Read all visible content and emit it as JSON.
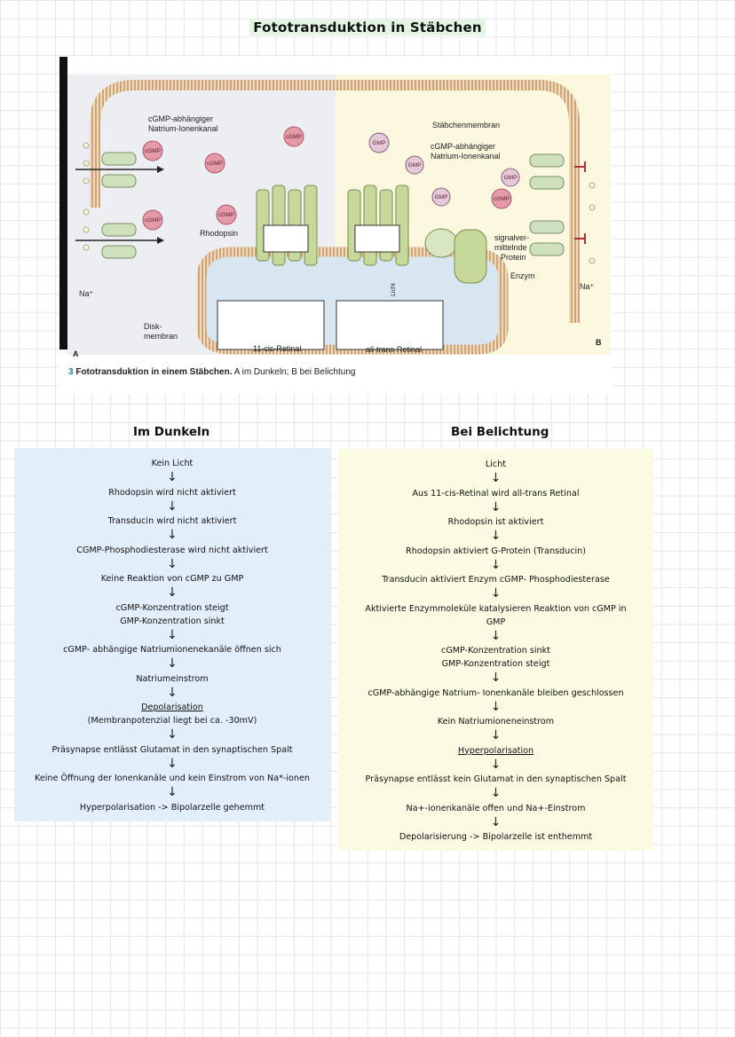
{
  "page_title": "Fototransduktion in Stäbchen",
  "figure": {
    "caption_num": "3",
    "caption_prefix": "Fototransduktion in einem Stäbchen.",
    "caption_a": "A im Dunkeln; ",
    "caption_b": "B bei Belichtung",
    "panel_a": "A",
    "panel_b": "B",
    "labels": {
      "channel_left": "cGMP-abhängiger",
      "channel_left2": "Natrium-Ionenkanal",
      "membrane": "Stäbchenmembran",
      "channel_right": "cGMP-abhängiger",
      "channel_right2": "Natrium-Ionenkanal",
      "rhodopsin": "Rhodopsin",
      "protein1": "signalver-",
      "protein2": "mittelnde",
      "protein3": "Protein",
      "enzyme": "Enzym",
      "na_left": "Na⁺",
      "na_right": "Na⁺",
      "disk1": "Disk-",
      "disk2": "membran",
      "cis": "11-cis-Retinal",
      "trans": "all-trans-Retinal",
      "light": "Licht",
      "cgmp": "cGMP",
      "gmp": "GMP"
    }
  },
  "dark": {
    "heading": "Im Dunkeln",
    "steps": [
      "Kein Licht",
      "Rhodopsin wird nicht aktiviert",
      "Transducin wird nicht aktiviert",
      "CGMP-Phosphodiesterase wird nicht aktiviert",
      "Keine Reaktion von cGMP zu GMP",
      "cGMP-Konzentration steigt",
      "GMP-Konzentration sinkt",
      "cGMP- abhängige Natriumionenekanäle öffnen sich",
      "Natriumeinstrom",
      "Depolarisation",
      "(Membranpotenzial liegt bei ca. -30mV)",
      "Präsynapse entlässt Glutamat in den synaptischen Spalt",
      "Keine Öffnung der Ionenkanäle und kein Einstrom von Na*-ionen",
      "Hyperpolarisation -> Bipolarzelle gehemmt"
    ]
  },
  "light": {
    "heading": "Bei Belichtung",
    "steps": [
      "Licht",
      "Aus 11-cis-Retinal wird all-trans Retinal",
      "Rhodopsin ist aktiviert",
      "Rhodopsin aktiviert G-Protein (Transducin)",
      "Transducin aktiviert Enzym cGMP- Phosphodiesterase",
      "Aktivierte Enzymmoleküle katalysieren Reaktion von cGMP in",
      "GMP",
      "cGMP-Konzentration sinkt",
      "GMP-Konzentration steigt",
      "cGMP-abhängige Natrium- Ionenkanäle bleiben geschlossen",
      "Kein Natriumioneneinstrom",
      "Hyperpolarisation",
      "Präsynapse entlässt kein Glutamat in den synaptischen Spalt",
      "Na+-ionenkanäle offen und Na+-Einstrom",
      "Depolarisierung -> Bipolarzelle ist enthemmt"
    ]
  },
  "arrow_glyph": "↓"
}
